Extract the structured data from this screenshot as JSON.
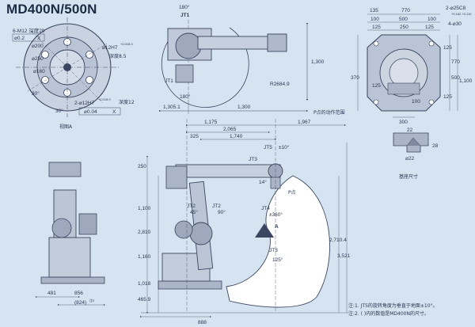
{
  "title": "MD400N/500N",
  "top_view": {
    "angle_top": "180°",
    "axis": "JT1",
    "angle_bottom": "180°",
    "axis_side": "JT1",
    "dim_bottom_left": "1,305.1",
    "dim_bottom_right": "1,300",
    "dim_right_height": "1,300",
    "radius": "R2684.9"
  },
  "flange_view": {
    "tap": "6-M12 深度29",
    "pos_tol_1": "⌀0.2",
    "pos_ref_1": "X",
    "dia_1": "⌀200",
    "dia_2": "⌀250",
    "dia_3": "⌀160",
    "pin_hole": "⌀12H7",
    "pin_hole_tol": "+0.018 0",
    "depth_1": "深度8.5",
    "angle_1": "30°",
    "angle_2": "30°",
    "pin_hole_2": "2-⌀12H7",
    "pin_hole_2_tol": "+0.018 0",
    "depth_2": "深度12",
    "pos_tol_2": "⌀0.04",
    "pos_ref_2": "X",
    "caption": "视图A"
  },
  "base_view": {
    "dim_top_1": "135",
    "dim_top_2": "770",
    "dim_row_1": "100",
    "dim_row_2": "500",
    "dim_row_3": "100",
    "dim_row_4": "125",
    "dim_row_5": "250",
    "dim_row_6": "125",
    "hole": "2-⌀25C8",
    "hole_tol": "+0.162 +0.110",
    "hole_2": "4-⌀30",
    "dim_left": "370",
    "dim_right_1": "125",
    "dim_right_2": "770",
    "dim_right_3": "1,100",
    "dim_right_4": "125",
    "dim_right_5": "500",
    "dim_bottom": "300",
    "dim_mid_1": "125",
    "dim_mid_2": "100",
    "detail_dim_1": "22",
    "detail_dim_2": "⌀22",
    "detail_dim_3": "28",
    "detail_caption": "基座尺寸"
  },
  "side_view": {
    "dim_top_1": "1,175",
    "dim_top_2": "1,967",
    "dim_mid_1": "2,065",
    "dim_low_1": "325",
    "dim_low_2": "1,740",
    "jt5": "JT5",
    "jt5_angle": "±10°",
    "jt3": "JT3",
    "p_point_label": "P点的动作范围",
    "p_point": "P点",
    "angle_14": "14°",
    "jt4": "JT4",
    "jt4_angle": "±360°",
    "jt2": "JT2",
    "jt2_angle_1": "45°",
    "jt2_2": "JT2",
    "jt2_angle_2": "90°",
    "section": "A",
    "jt3_2": "JT3",
    "jt3_angle": "125°",
    "dim_left_1": "250",
    "dim_left_2": "1,100",
    "dim_left_3": "2,810",
    "dim_left_4": "1,160",
    "dim_left_5": "1,018",
    "dim_left_6": "465.9",
    "dim_right_1": "2,710.4",
    "dim_right_2": "3,521",
    "dim_bottom": "888"
  },
  "front_view": {
    "dim_1": "481",
    "dim_2": "856",
    "dim_3": "(824)",
    "dim_3_note": "注2"
  },
  "notes": [
    "注:1. JT5的旋转角度为垂直于地面±10°。",
    "注:2. ( )内的数值是MD400N的尺寸。"
  ],
  "colors": {
    "background": "#d6e4f2",
    "line": "#3a4660",
    "robot_fill": "#ccd4e0",
    "robot_dark": "#5c6880"
  }
}
